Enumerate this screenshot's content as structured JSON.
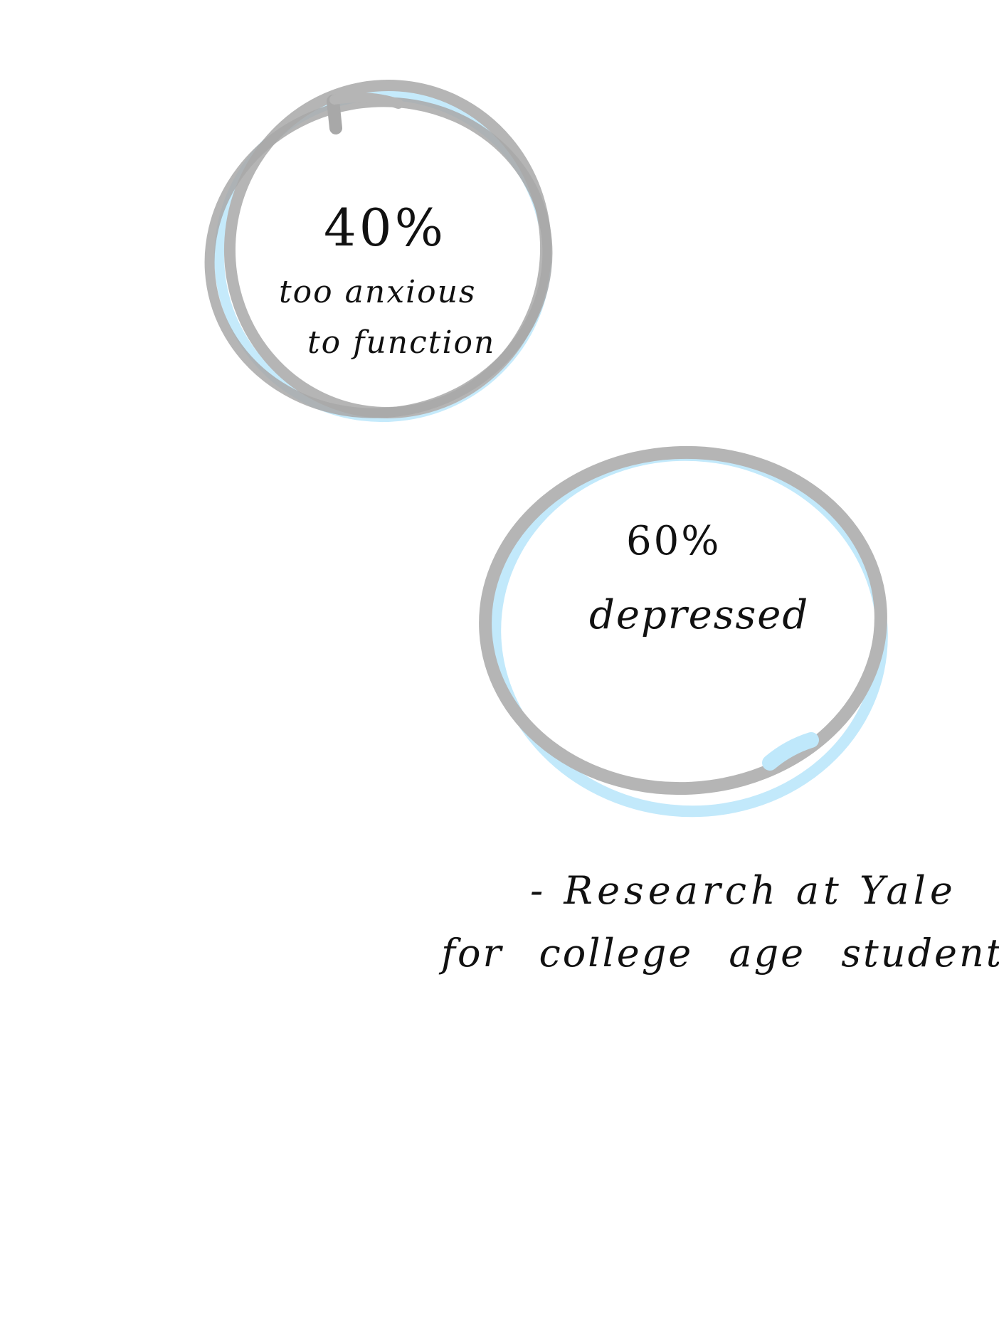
{
  "stat_1": {
    "percent": "40%",
    "line_1": "too anxious",
    "line_2": "to function"
  },
  "stat_2": {
    "percent": "60%",
    "label": "depressed"
  },
  "source": {
    "line_1": "- Research at Yale",
    "line_2": "for college age students"
  },
  "colors": {
    "ring": "#b5b5b5",
    "ring_dark": "#a8a8a8",
    "highlight": "#bfe8fb",
    "ink": "#111111",
    "background": "#ffffff"
  }
}
